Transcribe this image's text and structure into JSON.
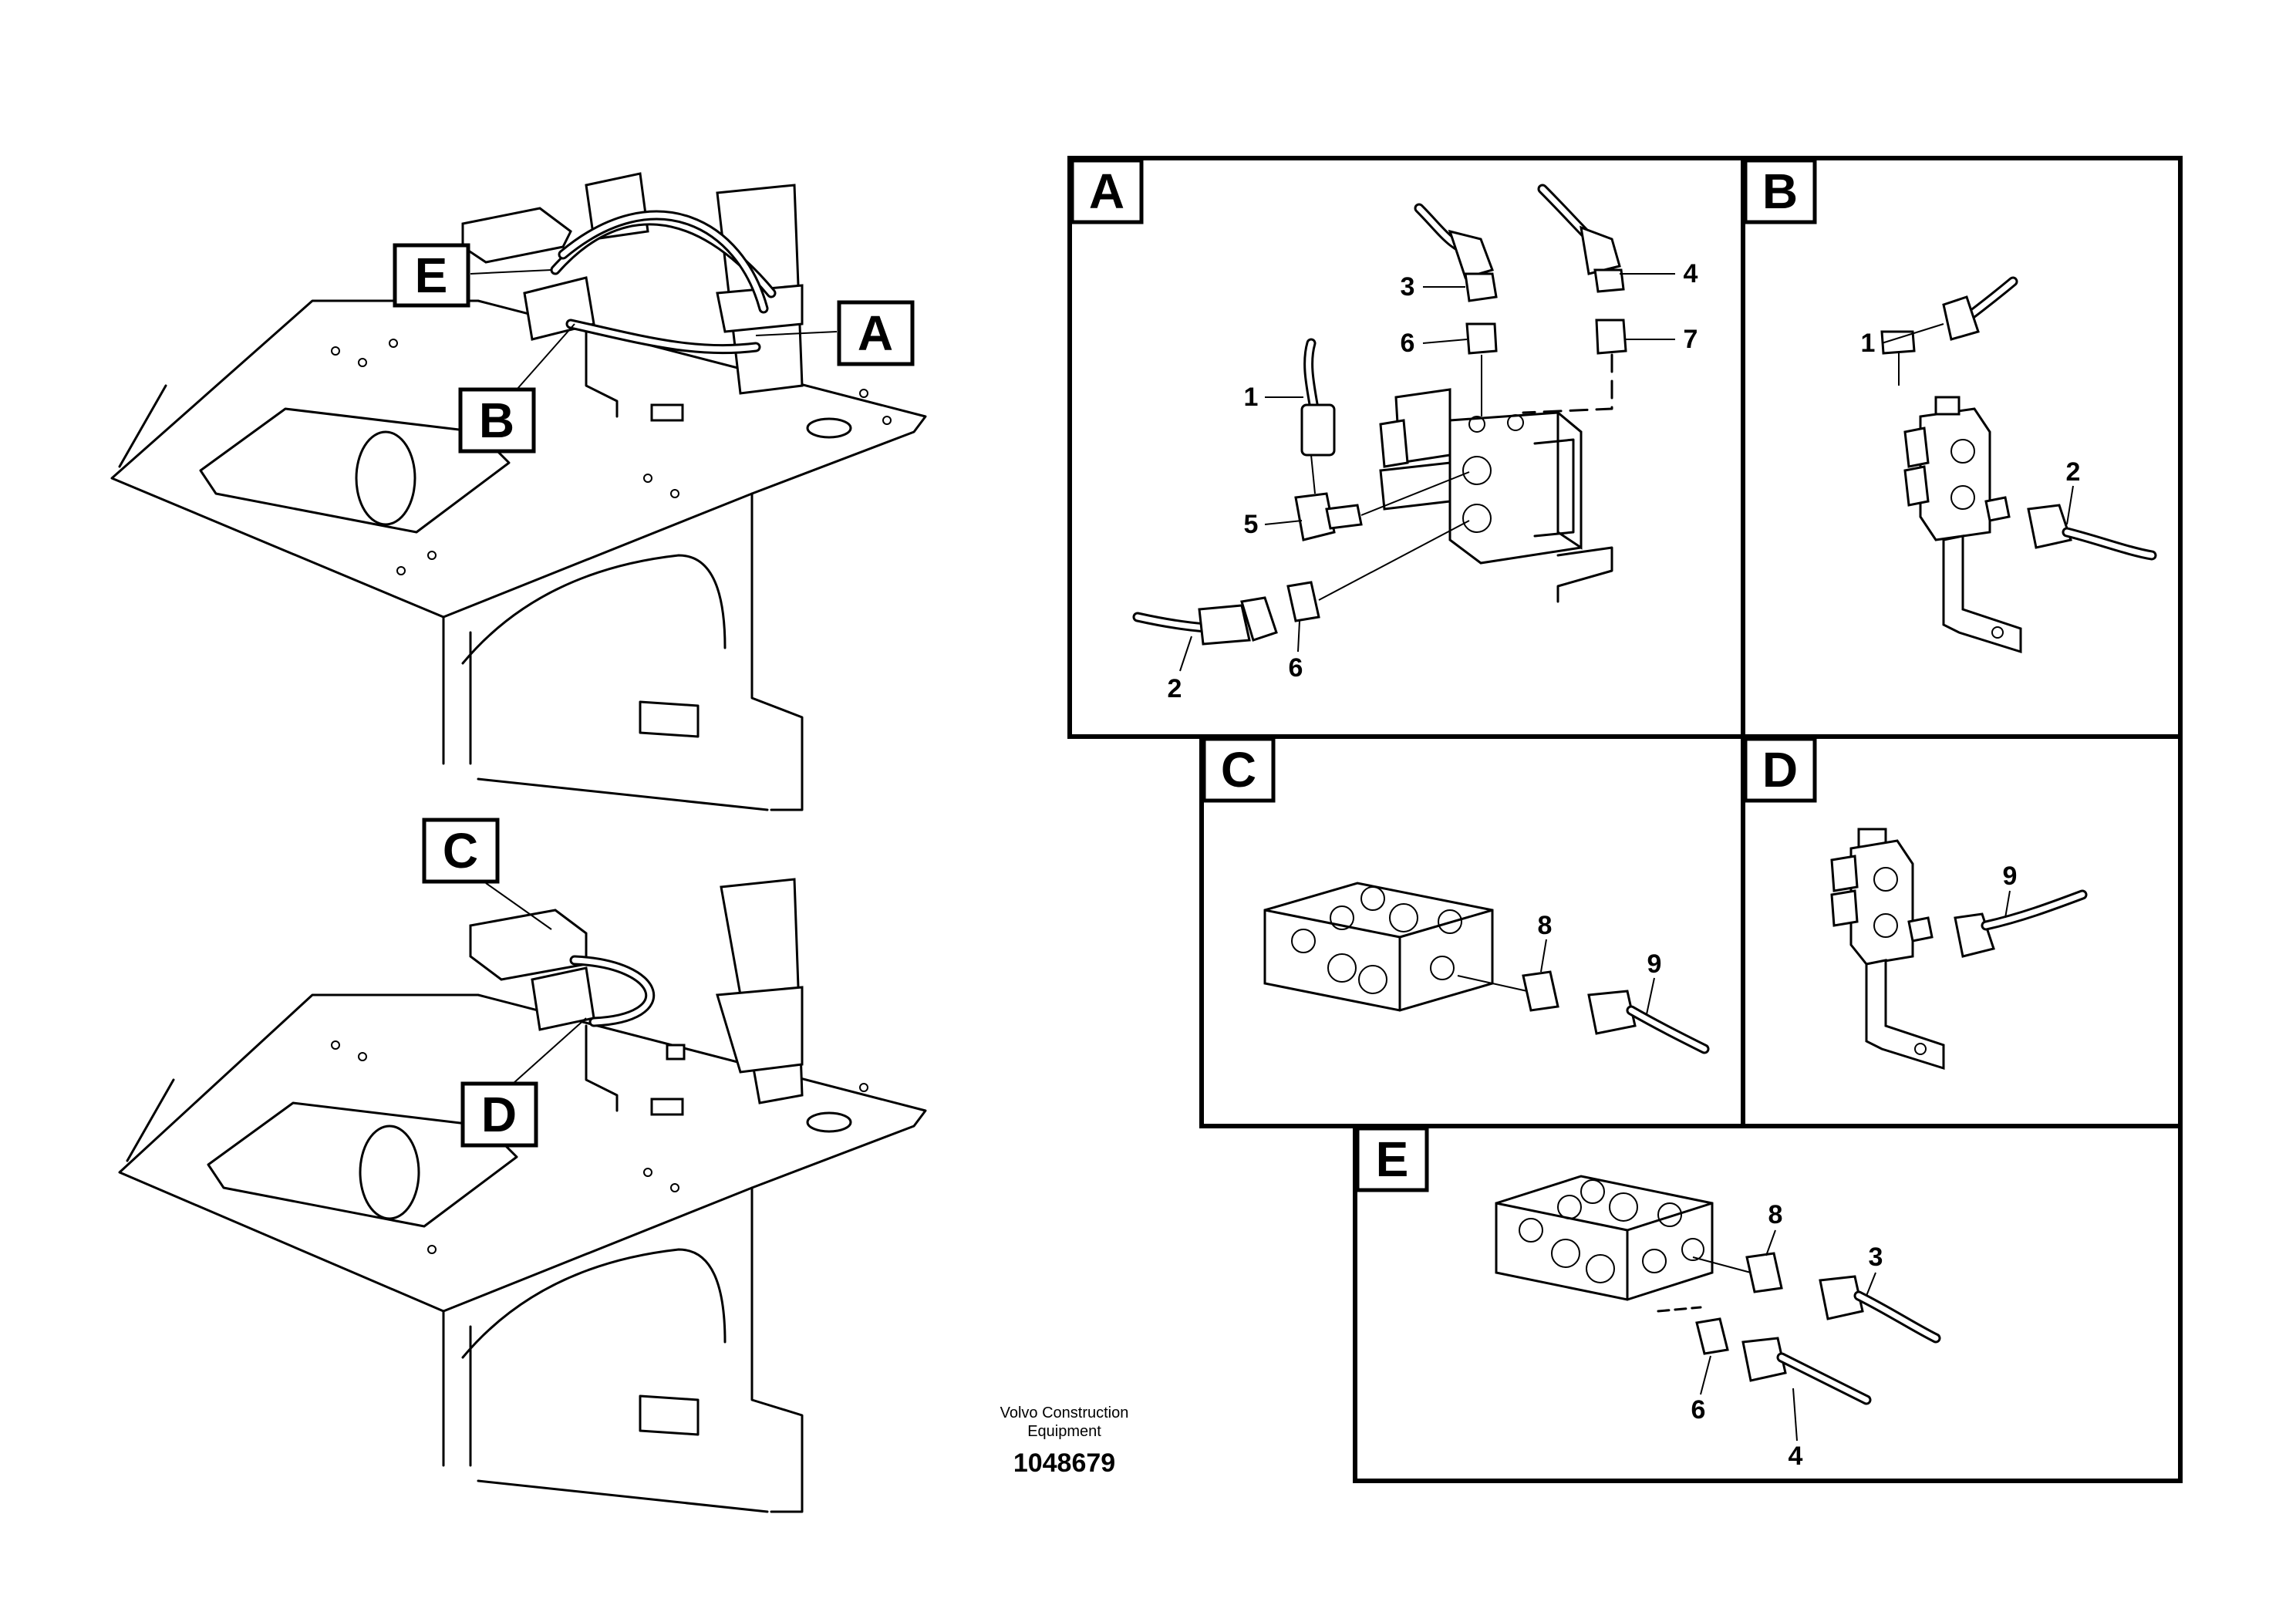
{
  "callouts": [
    "A",
    "B",
    "C",
    "D",
    "E"
  ],
  "detail_panels": {
    "A": {
      "label": "A",
      "part_numbers": [
        "1",
        "2",
        "3",
        "4",
        "5",
        "6",
        "6",
        "7"
      ]
    },
    "B": {
      "label": "B",
      "part_numbers": [
        "1",
        "2"
      ]
    },
    "C": {
      "label": "C",
      "part_numbers": [
        "8",
        "9"
      ]
    },
    "D": {
      "label": "D",
      "part_numbers": [
        "9"
      ]
    },
    "E": {
      "label": "E",
      "part_numbers": [
        "8",
        "3",
        "6",
        "4"
      ]
    }
  },
  "footer": {
    "company": "Volvo Construction\nEquipment",
    "document_number": "1048679"
  }
}
